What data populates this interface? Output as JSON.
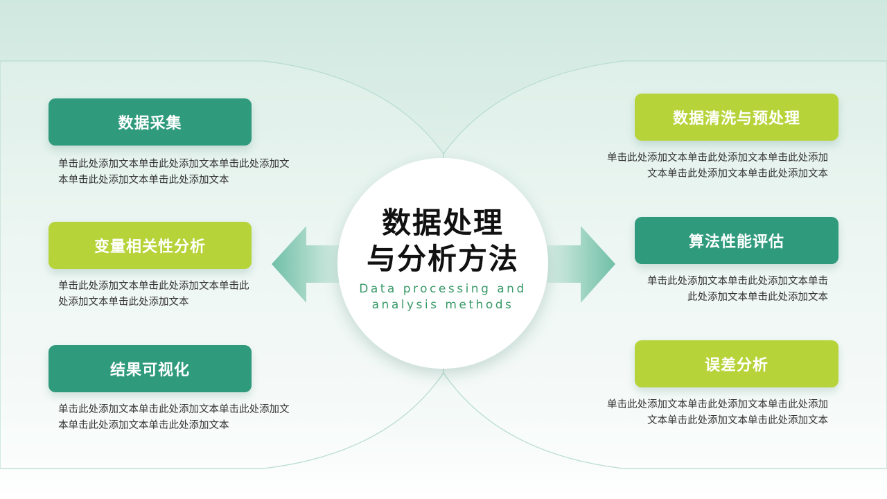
{
  "center": {
    "title_line1": "数据处理",
    "title_line2": "与分析方法",
    "subtitle_line1": "Data processing and",
    "subtitle_line2": "analysis methods"
  },
  "left_items": [
    {
      "title": "数据采集",
      "desc_line1": "单击此处添加文本单击此处添加文本单击此处添加文",
      "desc_line2": "本单击此处添加文本单击此处添加文本"
    },
    {
      "title": "变量相关性分析",
      "desc_line1": "单击此处添加文本单击此处添加文本单击此",
      "desc_line2": "处添加文本单击此处添加文本"
    },
    {
      "title": "结果可视化",
      "desc_line1": "单击此处添加文本单击此处添加文本单击此处添加文",
      "desc_line2": "本单击此处添加文本单击此处添加文本"
    }
  ],
  "right_items": [
    {
      "title": "数据清洗与预处理",
      "desc_line1": "单击此处添加文本单击此处添加文本单击此处添加",
      "desc_line2": "文本单击此处添加文本单击此处添加文本"
    },
    {
      "title": "算法性能评估",
      "desc_line1": "单击此处添加文本单击此处添加文本单击",
      "desc_line2": "此处添加文本单击此处添加文本"
    },
    {
      "title": "误差分析",
      "desc_line1": "单击此处添加文本单击此处添加文本单击此处添加",
      "desc_line2": "文本单击此处添加文本单击此处添加文本"
    }
  ],
  "colors": {
    "dark_green": "#2f9a7c",
    "lime_green": "#b6d43a",
    "subtitle_green": "#3a9a6a"
  }
}
